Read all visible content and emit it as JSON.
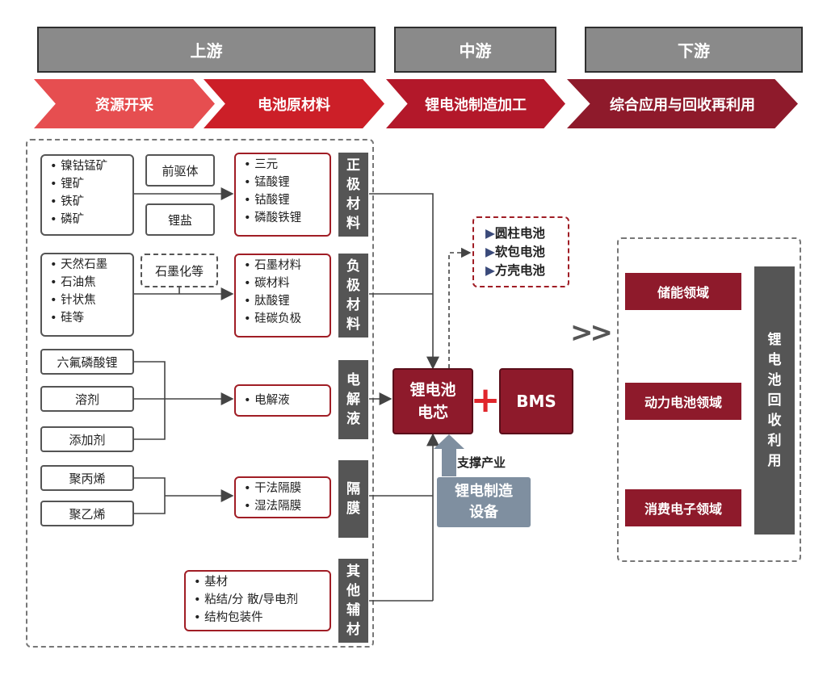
{
  "stages": {
    "upstream": "上游",
    "midstream": "中游",
    "downstream": "下游"
  },
  "flow": [
    "资源开采",
    "电池原材料",
    "锂电池制造加工",
    "综合应用与回收再利用"
  ],
  "cathode": {
    "sources": [
      "镍钴锰矿",
      "锂矿",
      "铁矿",
      "磷矿"
    ],
    "intermediates": [
      "前驱体",
      "锂盐"
    ],
    "materials": [
      "三元",
      "锰酸锂",
      "钴酸锂",
      "磷酸铁锂"
    ],
    "label": [
      "正",
      "极",
      "材",
      "料"
    ]
  },
  "anode": {
    "sources": [
      "天然石墨",
      "石油焦",
      "针状焦",
      "硅等"
    ],
    "intermediate": "石墨化等",
    "materials": [
      "石墨材料",
      "碳材料",
      "肽酸锂",
      "硅碳负极"
    ],
    "label": [
      "负",
      "极",
      "材",
      "料"
    ]
  },
  "electrolyte": {
    "sources": [
      "六氟磷酸锂",
      "溶剂",
      "添加剂"
    ],
    "materials": [
      "电解液"
    ],
    "label": [
      "电",
      "解",
      "液"
    ]
  },
  "separator": {
    "sources": [
      "聚丙烯",
      "聚乙烯"
    ],
    "materials": [
      "干法隔膜",
      "湿法隔膜"
    ],
    "label": [
      "隔",
      "膜"
    ]
  },
  "auxiliary": {
    "materials": [
      "基材",
      "粘结/分 散/导电剂",
      "结构包装件"
    ],
    "label": [
      "其",
      "他",
      "辅",
      "材"
    ]
  },
  "cell": {
    "line1": "锂电池",
    "line2": "电芯"
  },
  "plus": "+",
  "bms": "BMS",
  "support_label": "支撑产业",
  "equipment": {
    "line1": "锂电制造",
    "line2": "设备"
  },
  "battery_types": [
    "圆柱电池",
    "软包电池",
    "方壳电池"
  ],
  "double_arrow": ">>",
  "applications": [
    "储能领域",
    "动力电池领域",
    "消费电子领域"
  ],
  "recycle_label": [
    "锂",
    "电",
    "池",
    "回",
    "收",
    "利",
    "用"
  ],
  "colors": {
    "stage_grey": "#8a8a8a",
    "dark_red": "#8e1a2b",
    "label_grey": "#555555",
    "equipment_blue": "#7f8fa0"
  }
}
